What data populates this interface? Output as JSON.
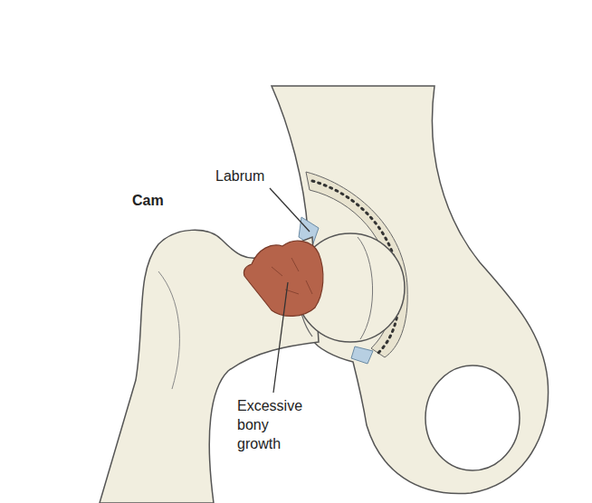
{
  "diagram": {
    "labels": [
      "Cam",
      "Labrum",
      "Excessive bony growth"
    ]
  }
}
